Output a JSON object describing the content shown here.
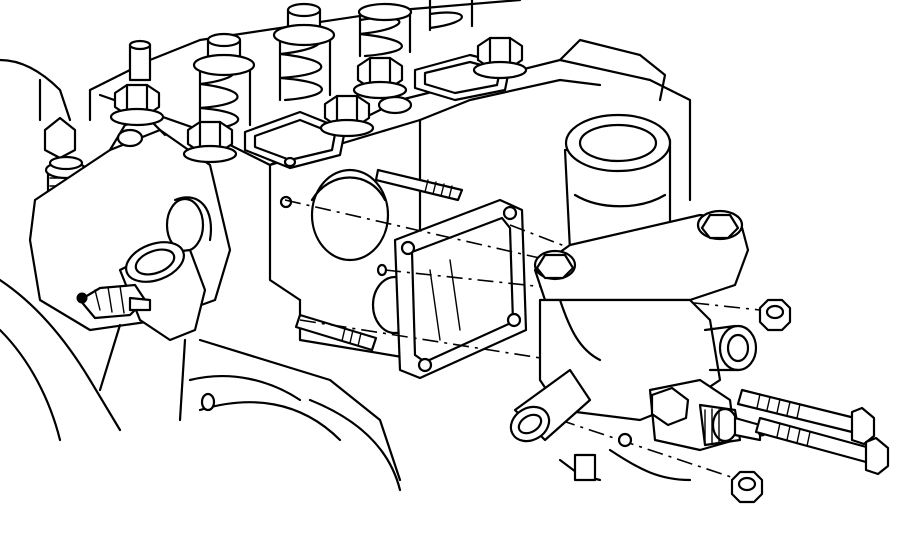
{
  "diagram": {
    "ink": "#000000",
    "paper": "#ffffff",
    "parts": [
      {
        "id": "cylinder-head",
        "icon": "engine-block"
      },
      {
        "id": "valve-springs",
        "icon": "spring"
      },
      {
        "id": "head-bolts",
        "icon": "hex-bolt"
      },
      {
        "id": "thermostat-housing-gasket",
        "icon": "gasket"
      },
      {
        "id": "thermostat-housing",
        "icon": "housing"
      },
      {
        "id": "mounting-studs",
        "icon": "stud"
      },
      {
        "id": "nuts",
        "icon": "hex-nut"
      },
      {
        "id": "long-bolts",
        "icon": "bolt"
      },
      {
        "id": "temperature-sensor",
        "icon": "sensor"
      },
      {
        "id": "hose-outlet-left",
        "icon": "outlet"
      }
    ]
  }
}
